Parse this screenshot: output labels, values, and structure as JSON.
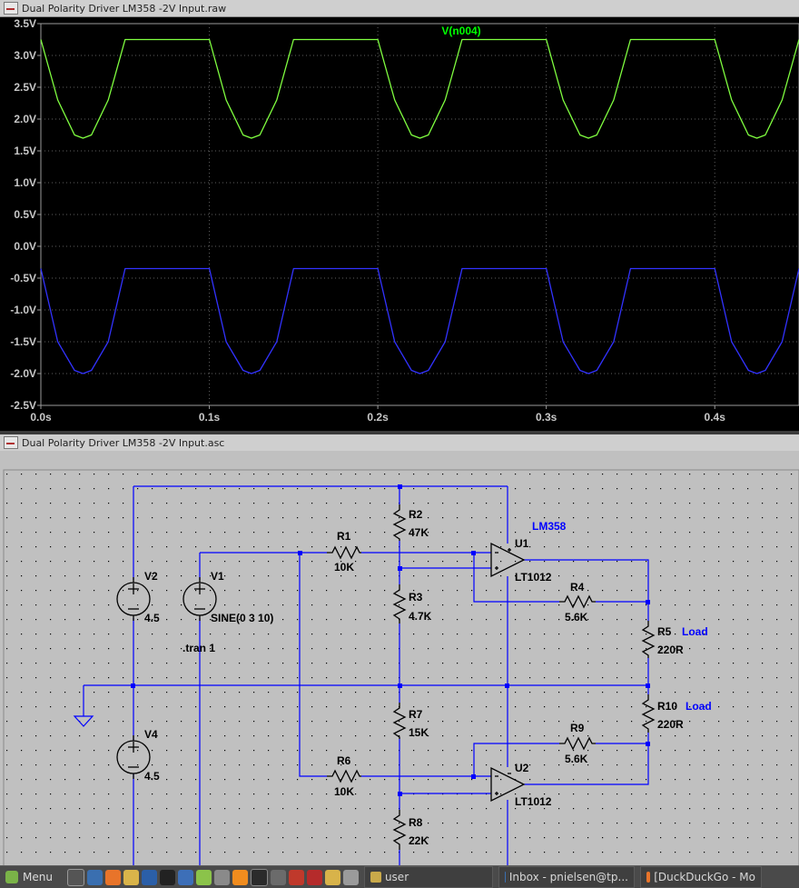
{
  "plot_window": {
    "title": "Dual Polarity Driver LM358 -2V Input.raw",
    "trace_label": "V(n004)",
    "y_ticks": [
      "3.5V",
      "3.0V",
      "2.5V",
      "2.0V",
      "1.5V",
      "1.0V",
      "0.5V",
      "0.0V",
      "-0.5V",
      "-1.0V",
      "-1.5V",
      "-2.0V",
      "-2.5V"
    ],
    "x_ticks": [
      "0.0s",
      "0.1s",
      "0.2s",
      "0.3s",
      "0.4s"
    ],
    "colors": {
      "trace_green": "#80ff40",
      "trace_blue": "#3232ff",
      "grid": "#606060",
      "label_green": "#00ff00"
    }
  },
  "chart_data": {
    "type": "line",
    "title": "V(n004)",
    "xlabel": "",
    "ylabel": "",
    "xlim": [
      0.0,
      0.45
    ],
    "ylim": [
      -2.5,
      3.5
    ],
    "series": [
      {
        "name": "V(n004)",
        "color": "#80ff40",
        "x": [
          0.0,
          0.01,
          0.02,
          0.025,
          0.03,
          0.04,
          0.05,
          0.1,
          0.11,
          0.12,
          0.125,
          0.13,
          0.14,
          0.15,
          0.2,
          0.21,
          0.22,
          0.225,
          0.23,
          0.24,
          0.25,
          0.3,
          0.31,
          0.32,
          0.325,
          0.33,
          0.34,
          0.35,
          0.4,
          0.41,
          0.42,
          0.425,
          0.43,
          0.44,
          0.45
        ],
        "y": [
          3.25,
          2.3,
          1.75,
          1.7,
          1.75,
          2.3,
          3.25,
          3.25,
          2.3,
          1.75,
          1.7,
          1.75,
          2.3,
          3.25,
          3.25,
          2.3,
          1.75,
          1.7,
          1.75,
          2.3,
          3.25,
          3.25,
          2.3,
          1.75,
          1.7,
          1.75,
          2.3,
          3.25,
          3.25,
          2.3,
          1.75,
          1.7,
          1.75,
          2.3,
          3.25
        ]
      },
      {
        "color": "#3232ff",
        "x": [
          0.0,
          0.01,
          0.02,
          0.025,
          0.03,
          0.04,
          0.05,
          0.1,
          0.11,
          0.12,
          0.125,
          0.13,
          0.14,
          0.15,
          0.2,
          0.21,
          0.22,
          0.225,
          0.23,
          0.24,
          0.25,
          0.3,
          0.31,
          0.32,
          0.325,
          0.33,
          0.34,
          0.35,
          0.4,
          0.41,
          0.42,
          0.425,
          0.43,
          0.44,
          0.45
        ],
        "y": [
          -0.35,
          -1.5,
          -1.95,
          -2.0,
          -1.95,
          -1.5,
          -0.35,
          -0.35,
          -1.5,
          -1.95,
          -2.0,
          -1.95,
          -1.5,
          -0.35,
          -0.35,
          -1.5,
          -1.95,
          -2.0,
          -1.95,
          -1.5,
          -0.35,
          -0.35,
          -1.5,
          -1.95,
          -2.0,
          -1.95,
          -1.5,
          -0.35,
          -0.35,
          -1.5,
          -1.95,
          -2.0,
          -1.95,
          -1.5,
          -0.35
        ]
      }
    ]
  },
  "schematic_window": {
    "title": "Dual Polarity Driver LM358 -2V Input.asc",
    "labels": {
      "R1": "R1",
      "R1v": "10K",
      "R2": "R2",
      "R2v": "47K",
      "R3": "R3",
      "R3v": "4.7K",
      "R4": "R4",
      "R4v": "5.6K",
      "R5": "R5",
      "R5v": "220R",
      "R5load": "Load",
      "R6": "R6",
      "R6v": "10K",
      "R7": "R7",
      "R7v": "15K",
      "R8": "R8",
      "R8v": "22K",
      "R9": "R9",
      "R9v": "5.6K",
      "R10": "R10",
      "R10v": "220R",
      "R10load": "Load",
      "V1": "V1",
      "V1v": "SINE(0 3 10)",
      "V2": "V2",
      "V2v": "4.5",
      "V4": "V4",
      "V4v": "4.5",
      "U1": "U1",
      "U1v": "LT1012",
      "U2": "U2",
      "U2v": "LT1012",
      "lm358": "LM358",
      "tran": ".tran 1"
    },
    "colors": {
      "wire": "#0000ff",
      "component": "#000000",
      "label_blue": "#0000ff",
      "background": "#c0c0c0"
    }
  },
  "taskbar": {
    "menu_label": "Menu",
    "tasks": [
      {
        "label": "user",
        "icon": "folder-icon"
      },
      {
        "label": "Inbox - pnielsen@tp...",
        "icon": "mail-icon"
      },
      {
        "label": "[DuckDuckGo - Mo",
        "icon": "firefox-icon"
      }
    ],
    "launcher_icons": [
      "terminal-icon",
      "thunderbird-icon",
      "firefox-icon",
      "pencil-icon",
      "word-icon",
      "inkscape-icon",
      "p-icon",
      "leaf-icon",
      "hdd-icon",
      "vlc-icon",
      "monitor-icon",
      "chart-icon",
      "red-icon",
      "pen-icon",
      "folder-icon",
      "x-icon"
    ]
  }
}
